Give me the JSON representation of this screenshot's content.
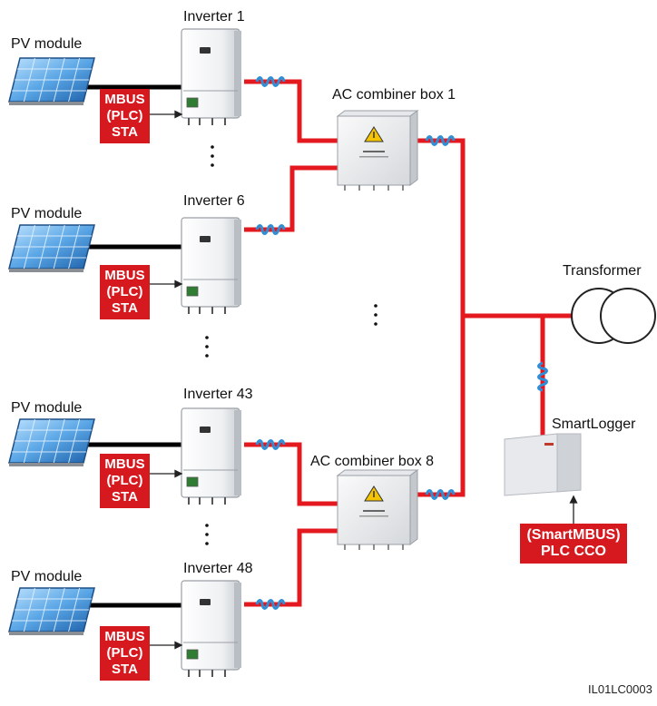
{
  "pv_modules": [
    {
      "label": "PV module"
    },
    {
      "label": "PV module"
    },
    {
      "label": "PV module"
    },
    {
      "label": "PV module"
    }
  ],
  "inverters": [
    {
      "label": "Inverter 1",
      "tag": [
        "MBUS",
        "(PLC)",
        "STA"
      ]
    },
    {
      "label": "Inverter 6",
      "tag": [
        "MBUS",
        "(PLC)",
        "STA"
      ]
    },
    {
      "label": "Inverter 43",
      "tag": [
        "MBUS",
        "(PLC)",
        "STA"
      ]
    },
    {
      "label": "Inverter 48",
      "tag": [
        "MBUS",
        "(PLC)",
        "STA"
      ]
    }
  ],
  "combiner_boxes": [
    {
      "label": "AC combiner box 1"
    },
    {
      "label": "AC combiner box 8"
    }
  ],
  "transformer": {
    "label": "Transformer"
  },
  "smartlogger": {
    "label": "SmartLogger",
    "tag": [
      "(SmartMBUS)",
      "PLC CCO"
    ]
  },
  "figure_code": "IL01LC0003",
  "colors": {
    "cable": "#e3191f",
    "tag": "#d6191f",
    "filter": "#2f8fd6"
  },
  "icons": {
    "pv": "solar-panel-icon",
    "inverter": "inverter-device-icon",
    "box": "combiner-box-icon",
    "transformer": "transformer-icon",
    "logger": "smartlogger-device-icon",
    "filter": "ferrite-filter-icon"
  }
}
